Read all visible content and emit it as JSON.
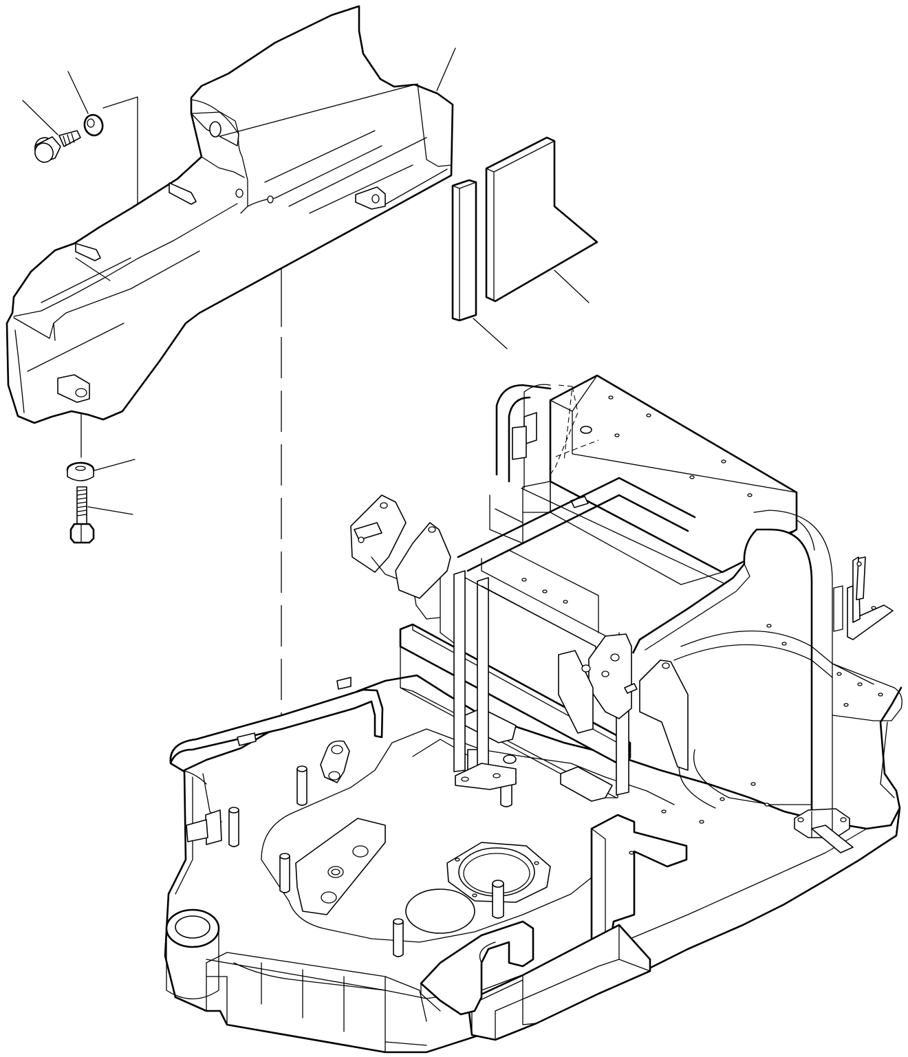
{
  "figure": {
    "description_visible_text": ""
  },
  "colors": {
    "line": "#000000",
    "background": "#ffffff"
  },
  "parts": [
    {
      "id": "cover",
      "icon": "cover-plate-icon"
    },
    {
      "id": "bolt-upper",
      "icon": "bolt-icon"
    },
    {
      "id": "washer-upper",
      "icon": "washer-icon"
    },
    {
      "id": "washer-lower",
      "icon": "washer-icon"
    },
    {
      "id": "bolt-lower",
      "icon": "bolt-icon"
    },
    {
      "id": "spacer-bar",
      "icon": "spacer-icon"
    },
    {
      "id": "plate",
      "icon": "plate-icon"
    },
    {
      "id": "revolving-frame",
      "icon": "frame-icon"
    }
  ]
}
